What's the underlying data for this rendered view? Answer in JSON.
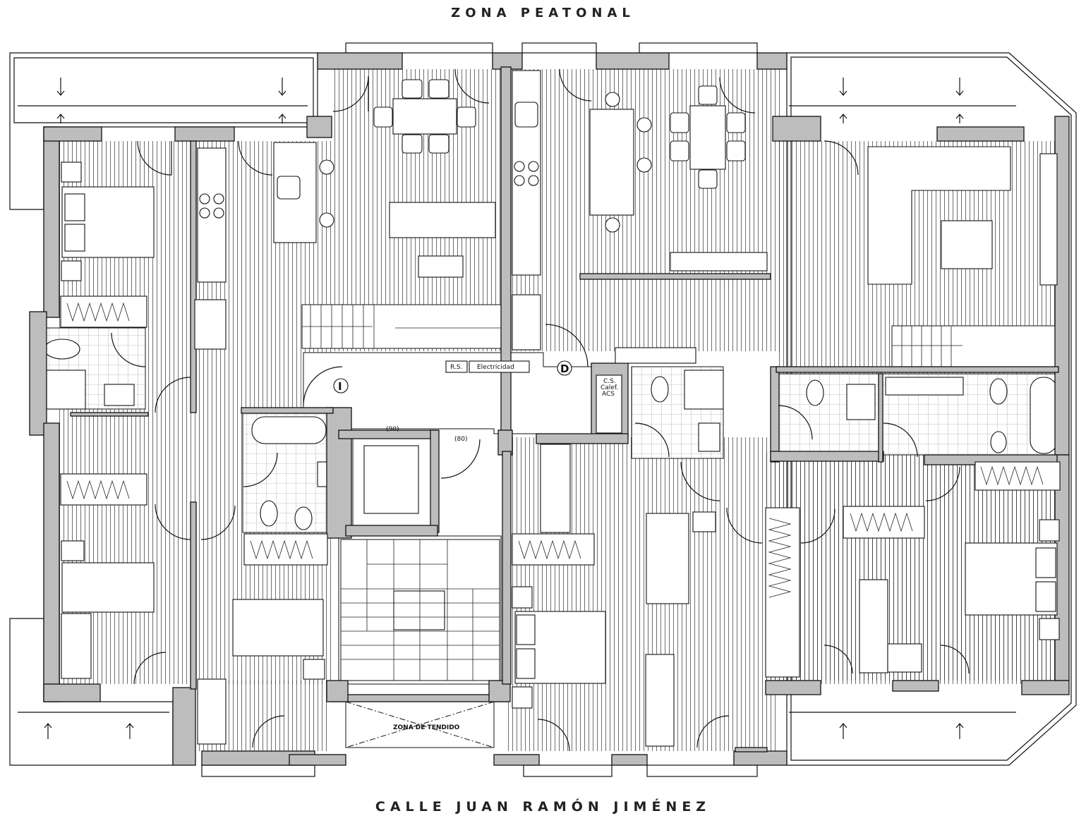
{
  "plan": {
    "top_street": "ZONA PEATONAL",
    "bottom_street": "CALLE JUAN RAMÓN JIMÉNEZ",
    "labels": {
      "rs": "R.S.",
      "electricidad": "Electricidad",
      "cs_line1": "C.S.",
      "cs_line2": "Calef.",
      "cs_line3": "ACS",
      "door_90": "(90)",
      "door_80": "(80)",
      "zona_tendido": "ZONA DE TENDIDO",
      "unit_d": "D",
      "unit_i": "I"
    }
  },
  "colors": {
    "wall": "#bdbdbd",
    "line": "#111111"
  }
}
